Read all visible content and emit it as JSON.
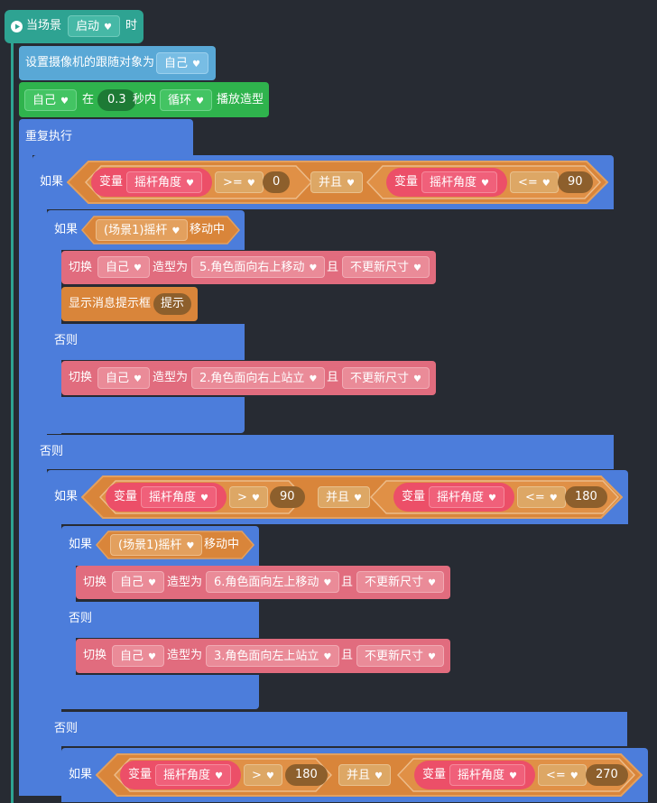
{
  "event": {
    "label": "当场景",
    "dropdown": "启动",
    "suffix": "时"
  },
  "camera": {
    "label": "设置摄像机的跟随对象为",
    "dropdown": "自己"
  },
  "anim": {
    "target": "自己",
    "in": "在",
    "seconds": "0.3",
    "within": "秒内",
    "mode": "循环",
    "action": "播放造型"
  },
  "repeat": {
    "label": "重复执行"
  },
  "kw": {
    "if": "如果",
    "else": "否则",
    "and": "并且",
    "var": "变量",
    "switch": "切换",
    "costume": "造型为",
    "also": "且",
    "self": "自己",
    "nosize": "不更新尺寸",
    "joystick": "(场景1)摇杆",
    "moving": "移动中",
    "angle": "摇杆角度"
  },
  "cond1": {
    "op1": ">=",
    "v1": "0",
    "op2": "<=",
    "v2": "90"
  },
  "cond2": {
    "op1": ">",
    "v1": "90",
    "op2": "<=",
    "v2": "180"
  },
  "cond3": {
    "op1": ">",
    "v1": "180",
    "op2": "<=",
    "v2": "270"
  },
  "costumes": {
    "c5": "5.角色面向右上移动",
    "c2": "2.角色面向右上站立",
    "c6": "6.角色面向左上移动",
    "c3": "3.角色面向左上站立"
  },
  "msg": {
    "label": "显示消息提示框",
    "value": "提示"
  },
  "icons": {
    "play": "play-circle-icon",
    "dropdown": "heart-arrow-icon"
  },
  "colors": {
    "bg": "#272b33",
    "event": "#2ea392",
    "control": "#4c7ddb",
    "looks": "#e16c7e",
    "operator": "#d9853a",
    "variable": "#ec4f68"
  }
}
